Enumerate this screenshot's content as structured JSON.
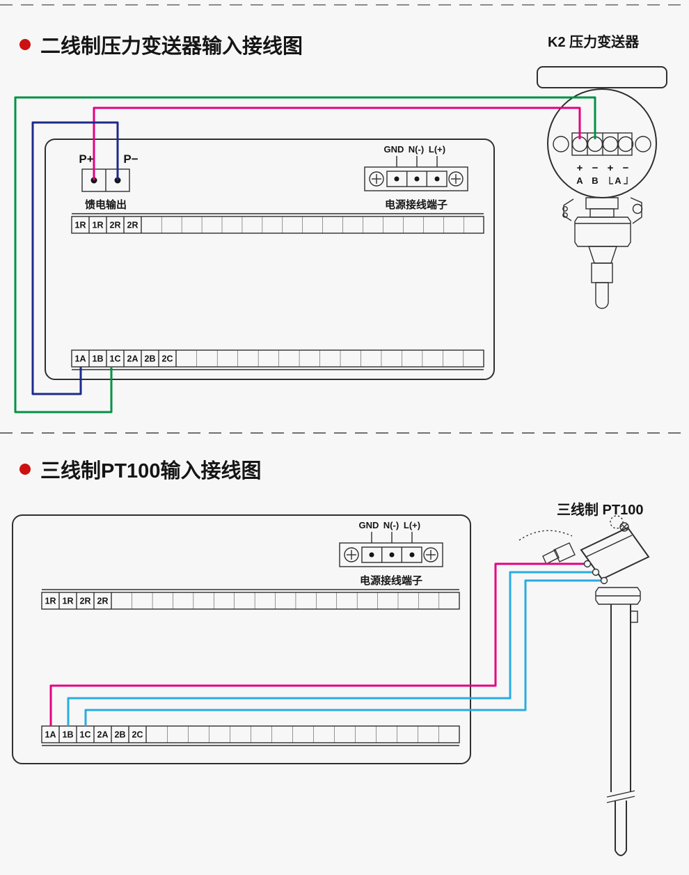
{
  "colors": {
    "background": "#f7f7f7",
    "line": "#2f2f2f",
    "bullet_red": "#cc1111",
    "wire_magenta": "#e4007f",
    "wire_green": "#009245",
    "wire_navy": "#1b2a8a",
    "wire_blue": "#29abe2"
  },
  "section_two_wire": {
    "title": "二线制压力变送器输入接线图",
    "device_label": "K2  压力变送器",
    "feed_output": {
      "terminal_plus": "P+",
      "terminal_minus": "P−",
      "caption": "馈电输出"
    },
    "power_terminal": {
      "gnd": "GND",
      "neutral": "N(-)",
      "live": "L(+)",
      "caption": "电源接线端子"
    },
    "relay_strip_labels": [
      "1R",
      "1R",
      "2R",
      "2R"
    ],
    "input_strip_labels": [
      "1A",
      "1B",
      "1C",
      "2A",
      "2B",
      "2C"
    ],
    "transmitter_terminals": {
      "polarity": [
        "+",
        "−",
        "+",
        "−"
      ],
      "channels": [
        "A",
        "B",
        "A"
      ]
    }
  },
  "section_three_wire": {
    "title": "三线制PT100输入接线图",
    "device_label": "三线制  PT100",
    "power_terminal": {
      "gnd": "GND",
      "neutral": "N(-)",
      "live": "L(+)",
      "caption": "电源接线端子"
    },
    "relay_strip_labels": [
      "1R",
      "1R",
      "2R",
      "2R"
    ],
    "input_strip_labels": [
      "1A",
      "1B",
      "1C",
      "2A",
      "2B",
      "2C"
    ]
  }
}
